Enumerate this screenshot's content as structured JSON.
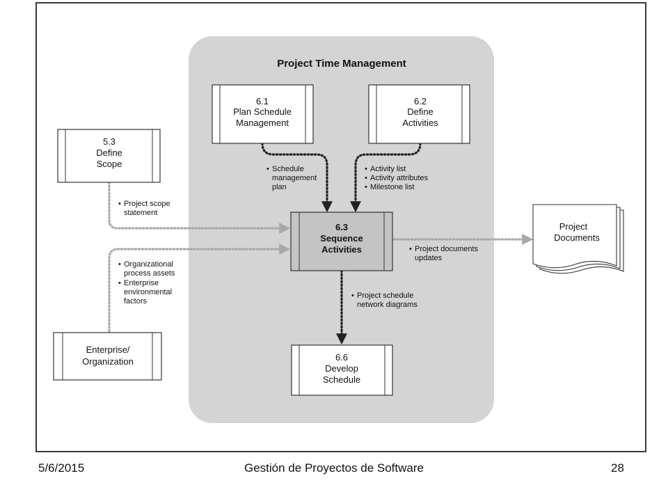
{
  "group": {
    "title": "Project Time Management"
  },
  "boxes": {
    "plan_schedule": {
      "number": "6.1",
      "lines": [
        "Plan Schedule",
        "Management"
      ]
    },
    "define_activities": {
      "number": "6.2",
      "lines": [
        "Define",
        "Activities"
      ]
    },
    "define_scope": {
      "number": "5.3",
      "lines": [
        "Define",
        "Scope"
      ]
    },
    "sequence_activities": {
      "number": "6.3",
      "lines": [
        "Sequence",
        "Activities"
      ]
    },
    "develop_schedule": {
      "number": "6.6",
      "lines": [
        "Develop",
        "Schedule"
      ]
    },
    "enterprise": {
      "lines": [
        "Enterprise/",
        "Organization"
      ]
    }
  },
  "documents": {
    "lines": [
      "Project",
      "Documents"
    ]
  },
  "flows": {
    "schedule_plan": [
      "Schedule",
      "management",
      "plan"
    ],
    "activity": [
      "Activity list",
      "Activity attributes",
      "Milestone list"
    ],
    "scope": [
      "Project scope",
      "statement"
    ],
    "org": [
      "Organizational",
      "process assets",
      "Enterprise",
      "environmental",
      "factors"
    ],
    "doc_updates": [
      "Project documents",
      "updates"
    ],
    "network": [
      "Project schedule",
      "network diagrams"
    ]
  },
  "footer": {
    "date": "5/6/2015",
    "title": "Gestión de Proyectos de Software",
    "page": "28"
  },
  "colors": {
    "panel": "#d4d4d4",
    "center_box": "#c4c4c4",
    "dark_arrow": "#222222",
    "light_arrow": "#a8a8a8"
  }
}
